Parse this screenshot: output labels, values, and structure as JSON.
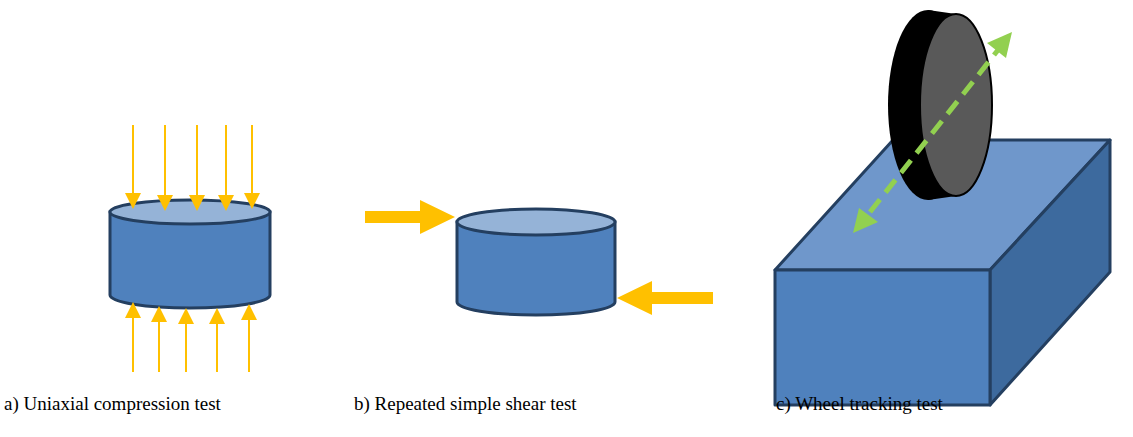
{
  "diagram": {
    "labels": [
      "a) Uniaxial compression test",
      "b) Repeated simple shear test",
      "c) Wheel tracking test"
    ]
  }
}
